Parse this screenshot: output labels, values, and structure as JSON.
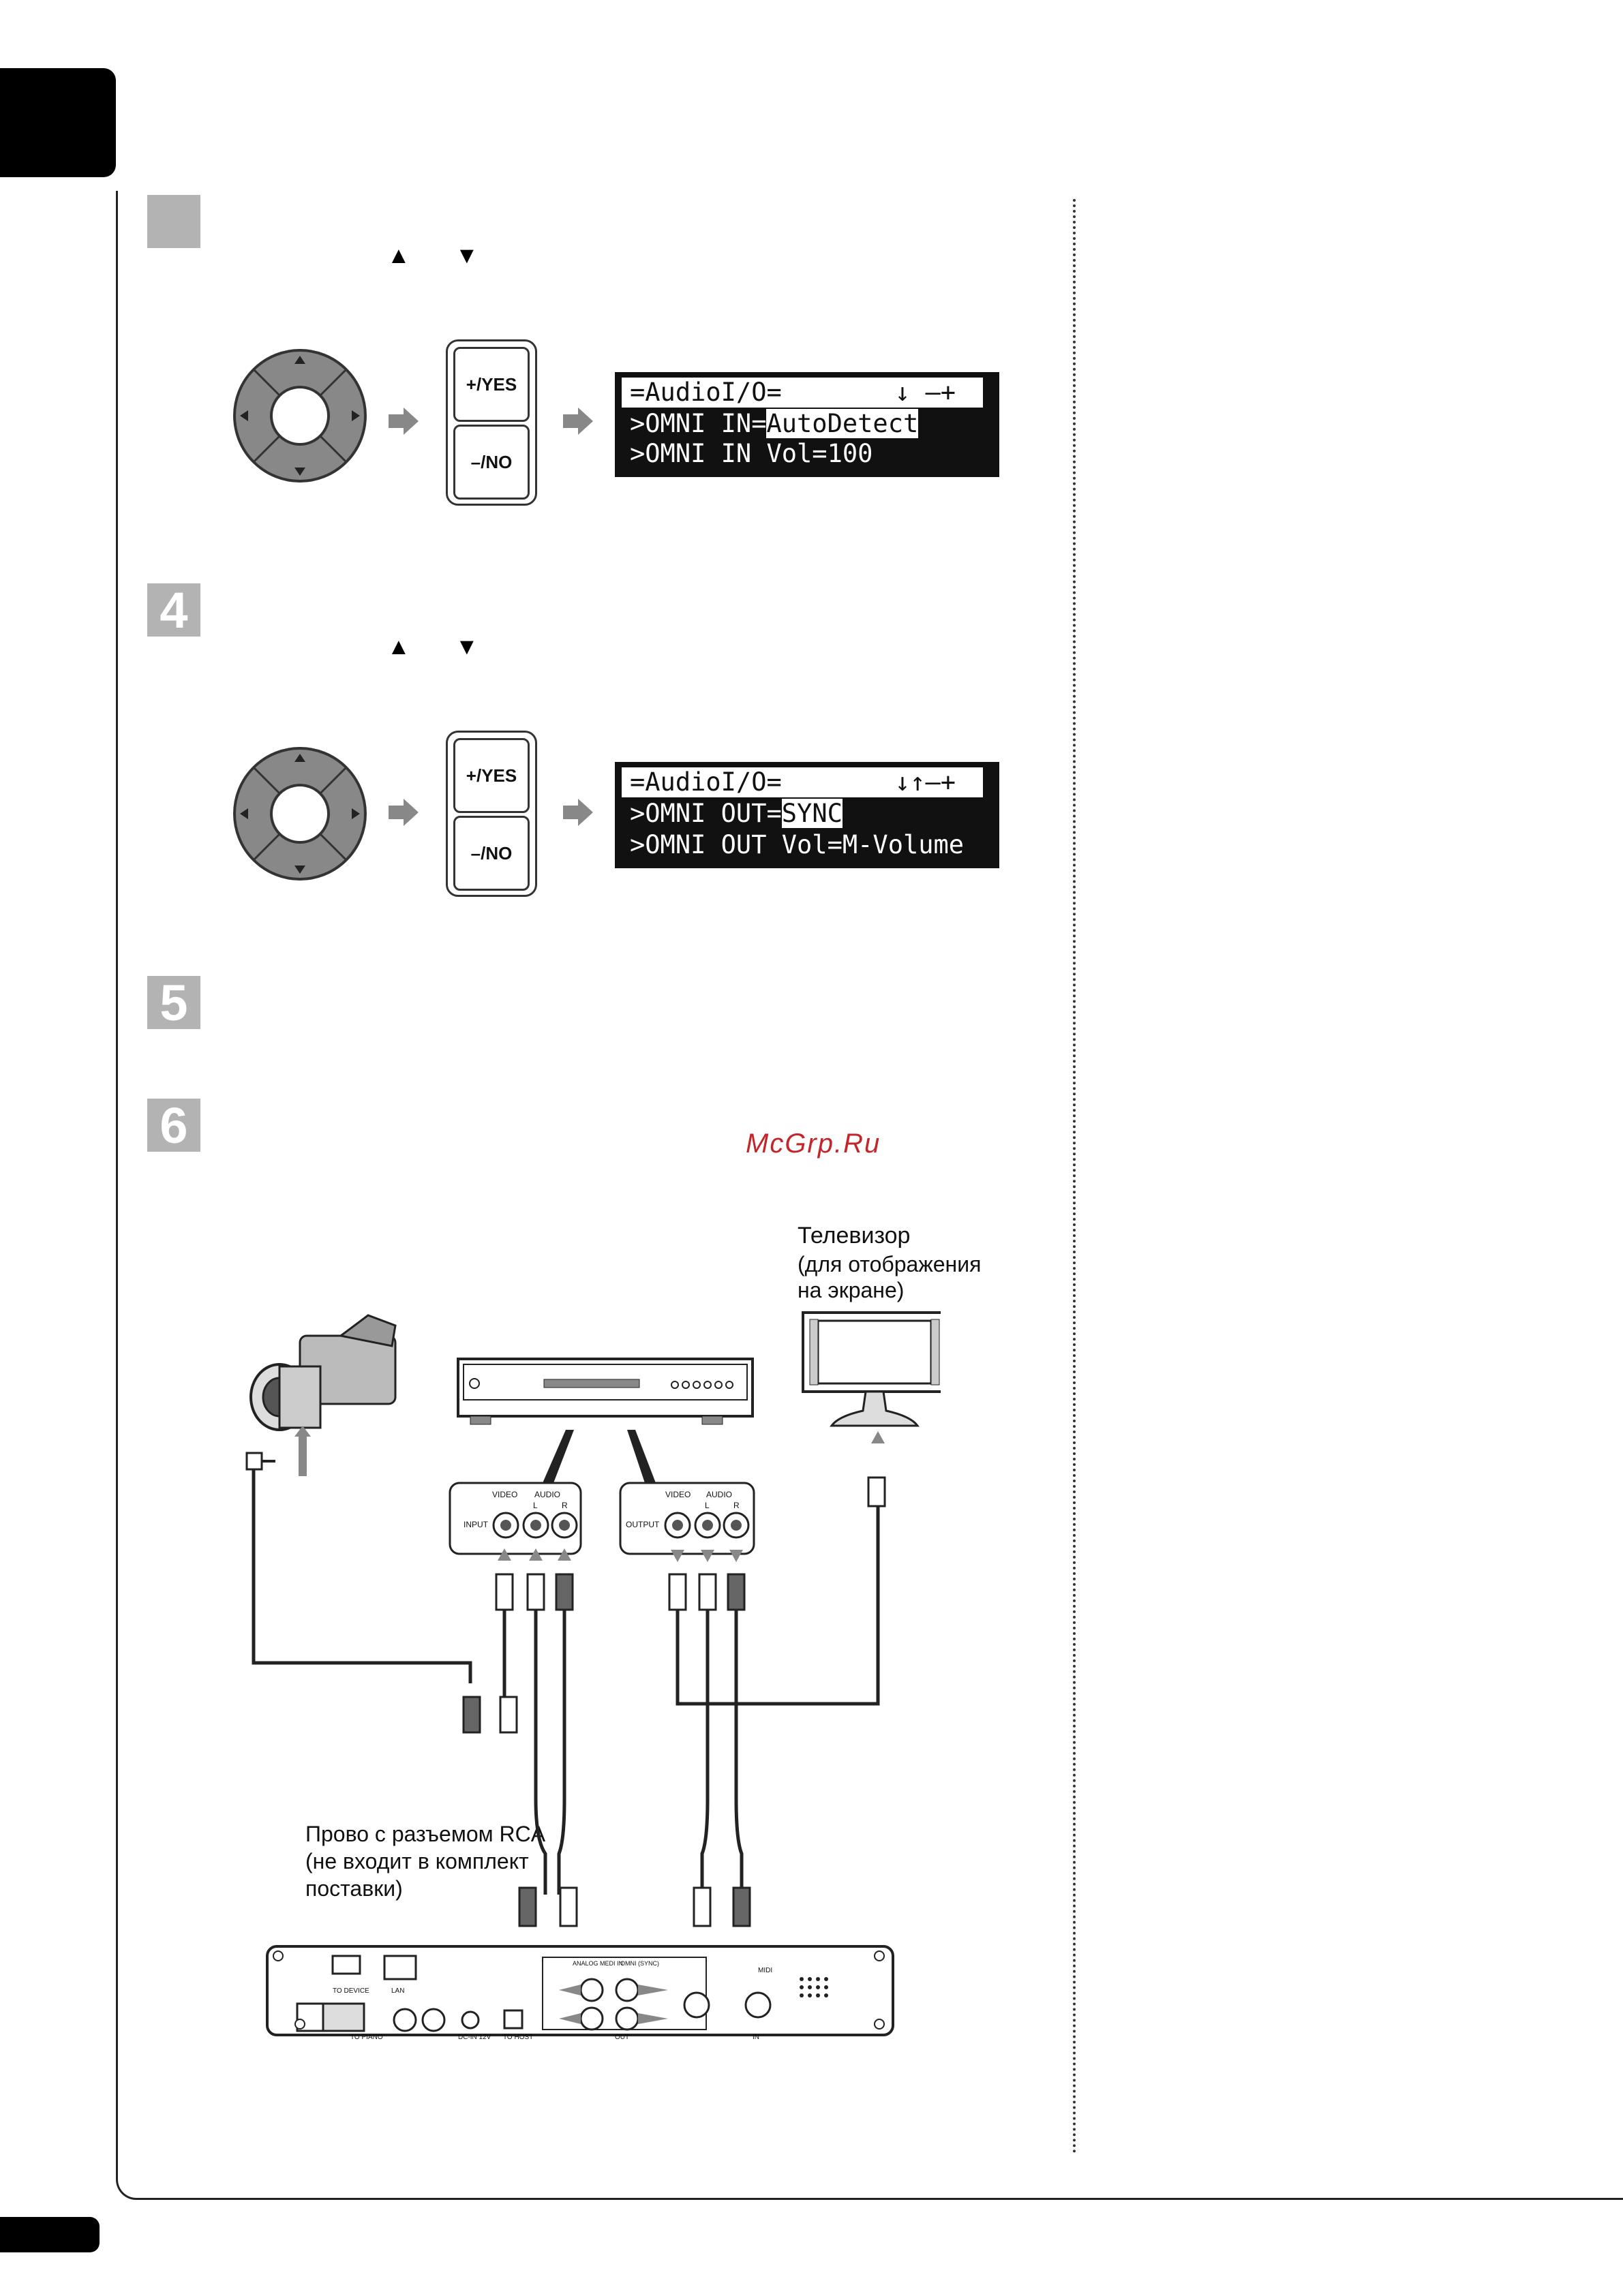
{
  "watermark": "McGrp.Ru",
  "steps": [
    {
      "number": "",
      "arrows": [
        "▲",
        "▼"
      ],
      "buttons": [
        "+/YES",
        "–/NO"
      ],
      "lcd": {
        "title": "=AudioI/O=",
        "title_arrows": "↓ –+",
        "line1_prefix": ">OMNI IN=",
        "line1_value": "AutoDetect",
        "line2": ">OMNI IN Vol=100"
      }
    },
    {
      "number": "4",
      "arrows": [
        "▲",
        "▼"
      ],
      "buttons": [
        "+/YES",
        "–/NO"
      ],
      "lcd": {
        "title": "=AudioI/O=",
        "title_arrows": "↓↑–+",
        "line1_prefix": ">OMNI OUT=",
        "line1_value": "SYNC",
        "line2": ">OMNI OUT Vol=M-Volume"
      }
    },
    {
      "number": "5"
    },
    {
      "number": "6"
    }
  ],
  "diagram": {
    "tv_caption_line1": "Телевизор",
    "tv_caption_line2": "(для отображения",
    "tv_caption_line3": "на экране)",
    "cable_caption_line1": "Прово   с разъемом RCA",
    "cable_caption_line2": "(не входит в комплект",
    "cable_caption_line3": "поставки)",
    "input_panel": {
      "label": "INPUT",
      "video": "VIDEO",
      "audio": "AUDIO",
      "l": "L",
      "r": "R"
    },
    "output_panel": {
      "label": "OUTPUT",
      "video": "VIDEO",
      "audio": "AUDIO",
      "l": "L",
      "r": "R"
    },
    "rear_labels": {
      "usb_device": "TO DEVICE",
      "lan": "LAN",
      "to_piano": "TO PIANO",
      "dc_in": "DC-IN 12V",
      "to_host": "TO HOST",
      "analog": "ANALOG MEDI IN",
      "omni": "OMNI (SYNC)",
      "midi": "MIDI",
      "out": "OUT",
      "in": "IN"
    }
  }
}
